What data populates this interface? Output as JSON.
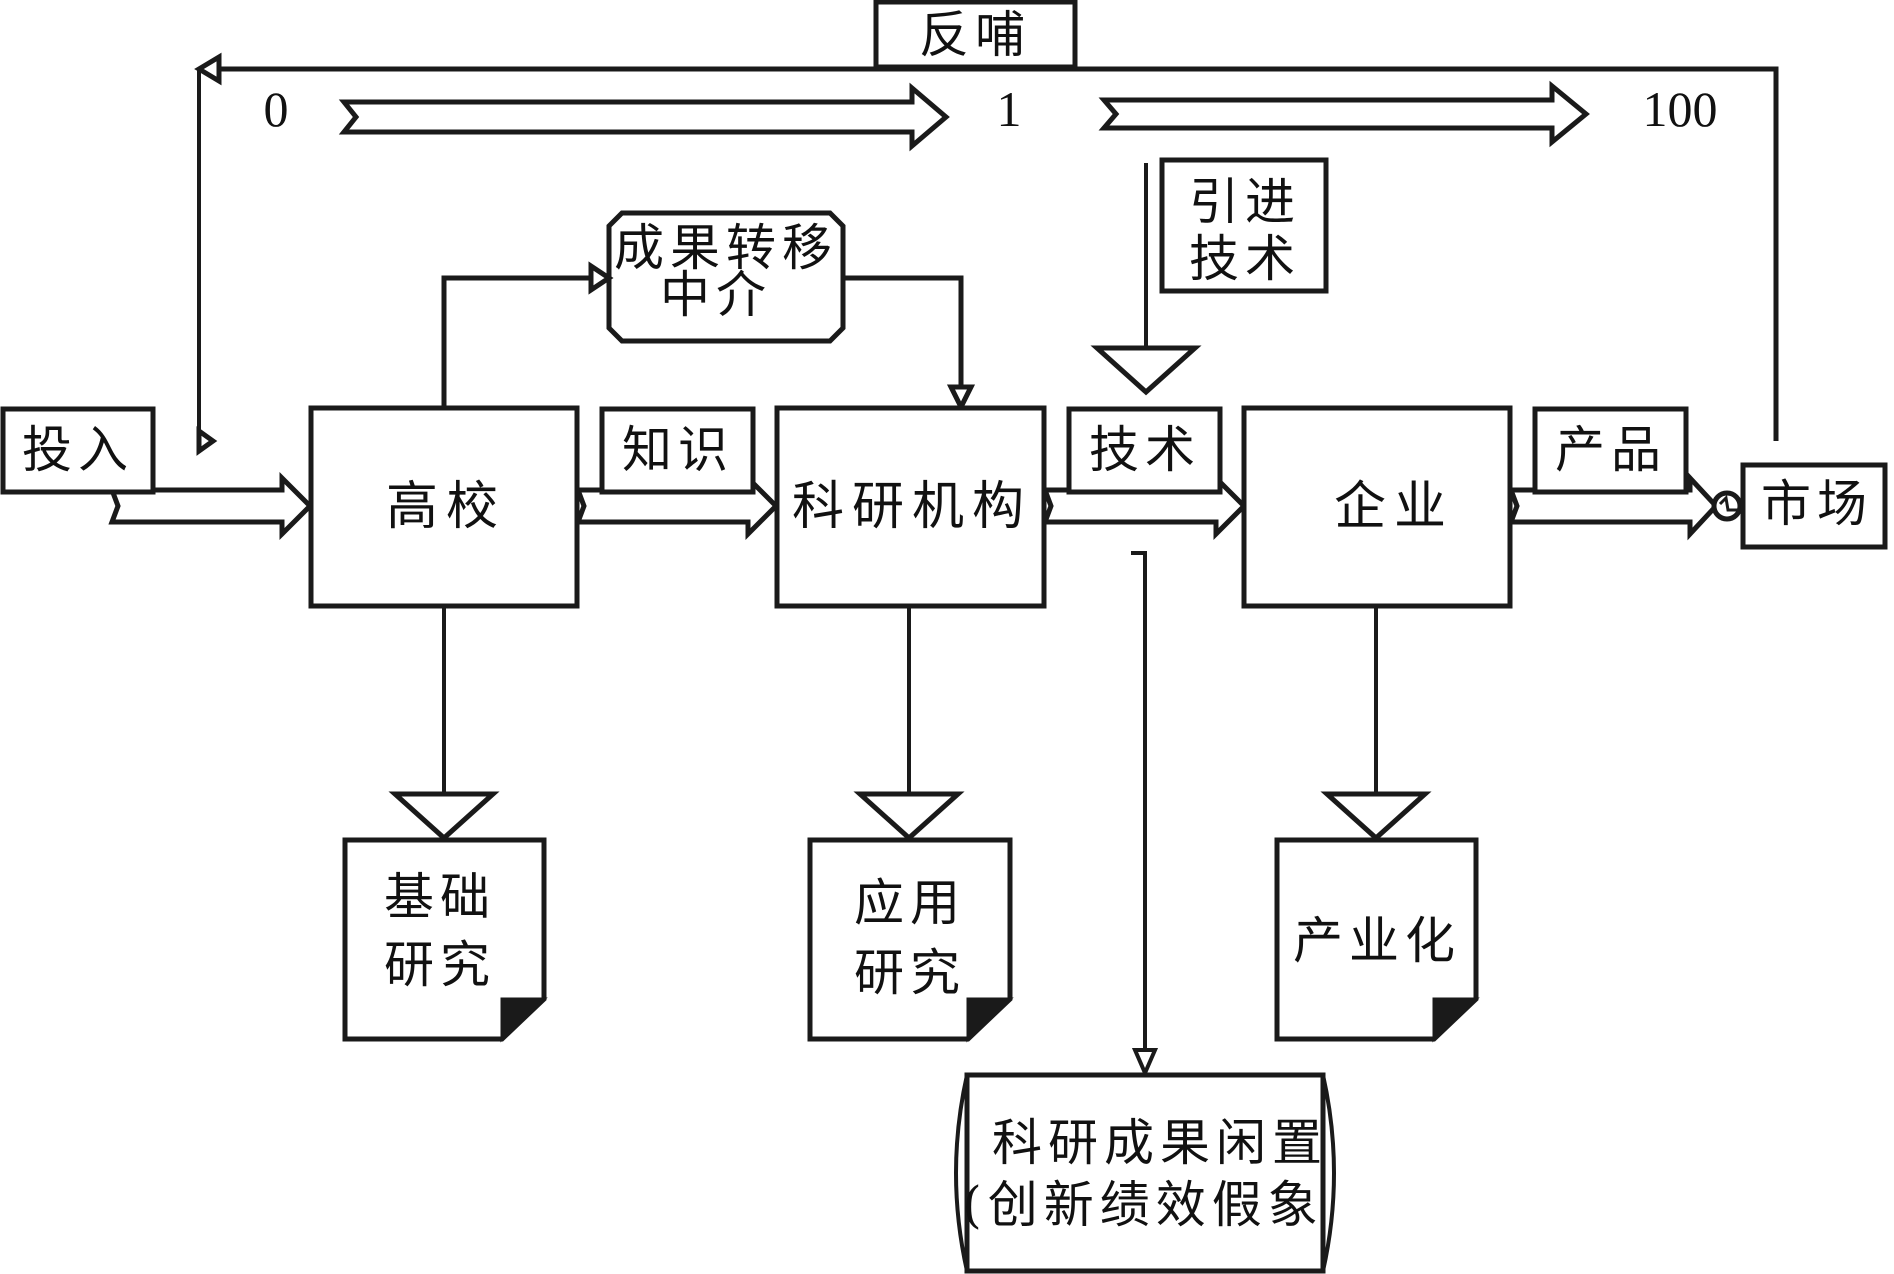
{
  "diagram": {
    "feedback": {
      "label": "反哺"
    },
    "scale": {
      "start": "0",
      "middle": "1",
      "end": "100"
    },
    "intermediary": {
      "line1": "成果转移",
      "line2": "中介"
    },
    "imported_tech": {
      "line1": "引进",
      "line2": "技术"
    },
    "flow": {
      "input": "投入",
      "university": "高校",
      "knowledge": "知识",
      "research_institute": "科研机构",
      "technology": "技术",
      "enterprise": "企业",
      "product": "产品",
      "market": "市场"
    },
    "outputs": {
      "basic_research": {
        "line1": "基础",
        "line2": "研究"
      },
      "applied_research": {
        "line1": "应用",
        "line2": "研究"
      },
      "industrialization": {
        "line1": "产业化"
      }
    },
    "idle": {
      "line1": "科研成果闲置",
      "line2": "(创新绩效假象"
    }
  }
}
